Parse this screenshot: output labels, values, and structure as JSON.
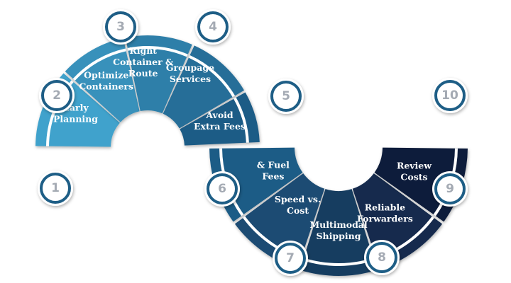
{
  "colors": {
    "light": "#3fa2cc",
    "mid": "#1f5c86",
    "dark": "#0d1c3a",
    "badge_ring": "#1e5e86",
    "badge_number": "#a4aab3",
    "text": "#ffffff"
  },
  "steps": [
    {
      "number": "1",
      "label": [
        "Early",
        "Planning"
      ]
    },
    {
      "number": "2",
      "label": [
        "Optimize",
        "Containers"
      ]
    },
    {
      "number": "3",
      "label": [
        "Right",
        "Container &",
        "Route"
      ]
    },
    {
      "number": "4",
      "label": [
        "Groupage",
        "Services"
      ]
    },
    {
      "number": "5",
      "label": [
        "Avoid",
        "Extra Fees"
      ]
    },
    {
      "number": "6",
      "label": [
        "& Fuel",
        "Fees"
      ]
    },
    {
      "number": "7",
      "label": [
        "Speed vs.",
        "Cost"
      ]
    },
    {
      "number": "8",
      "label": [
        "Multimodal",
        "Shipping"
      ]
    },
    {
      "number": "9",
      "label": [
        "Reliable",
        "Forwarders"
      ]
    },
    {
      "number": "10",
      "label": [
        "Review",
        "Costs"
      ]
    }
  ]
}
